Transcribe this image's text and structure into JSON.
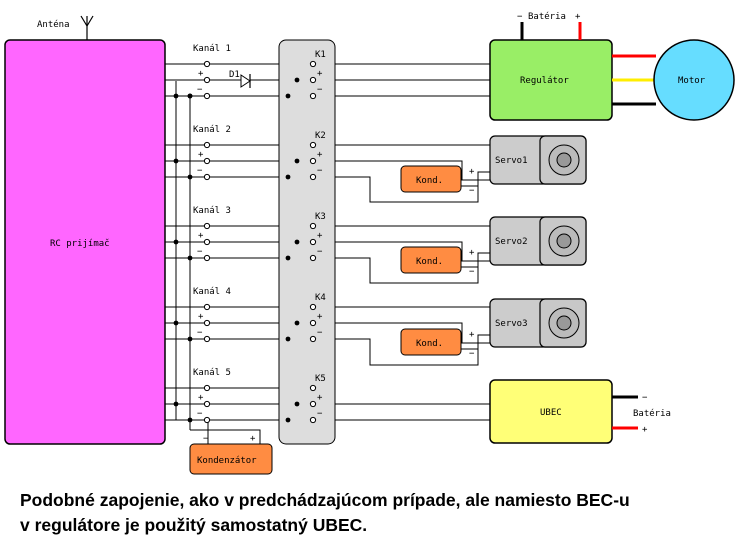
{
  "labels": {
    "antenna": "Anténa",
    "receiver": "RC prijímač",
    "channels": [
      "Kanál 1",
      "Kanál 2",
      "Kanál 3",
      "Kanál 4",
      "Kanál 5"
    ],
    "diode": "D1",
    "connectors": [
      "K1",
      "K2",
      "K3",
      "K4",
      "K5"
    ],
    "regulator": "Regulátor",
    "motor": "Motor",
    "battery": "Batéria",
    "servos": [
      "Servo1",
      "Servo2",
      "Servo3"
    ],
    "kond": "Kond.",
    "ubec": "UBEC",
    "kondenzator": "Kondenzátor",
    "plus": "+",
    "minus": "−"
  },
  "colors": {
    "receiver": "#ff66ff",
    "regulator": "#99ee66",
    "motor": "#66ddff",
    "servo": "#cccccc",
    "capacitor": "#ff8c42",
    "ubec": "#ffff77",
    "connector_block": "#dddddd",
    "wire_red": "#ff0000",
    "wire_yellow": "#ffee00",
    "wire_black": "#000000"
  },
  "caption": {
    "line1": "Podobné zapojenie, ako v predchádzajúcom prípade, ale namiesto BEC-u",
    "line2": "v regulátore je použitý samostatný UBEC."
  }
}
